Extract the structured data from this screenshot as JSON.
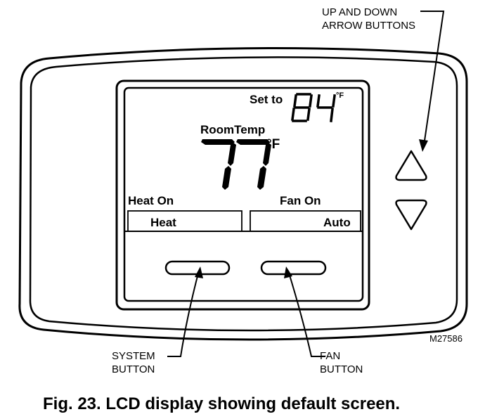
{
  "callouts": {
    "arrows": "UP AND DOWN\nARROW BUTTONS",
    "system": "SYSTEM\nBUTTON",
    "fan": "FAN\nBUTTON"
  },
  "display": {
    "set_to_label": "Set to",
    "set_temp": "84",
    "set_unit": "°F",
    "room_label": "RoomTemp",
    "room_temp": "77",
    "room_unit": "°F",
    "heat_status": "Heat On",
    "fan_status": "Fan On",
    "system_mode": "Heat",
    "fan_mode": "Auto"
  },
  "figure_id": "M27586",
  "caption": "Fig. 23. LCD display showing default screen.",
  "icons": {
    "up": "triangle-up-icon",
    "down": "triangle-down-icon"
  }
}
